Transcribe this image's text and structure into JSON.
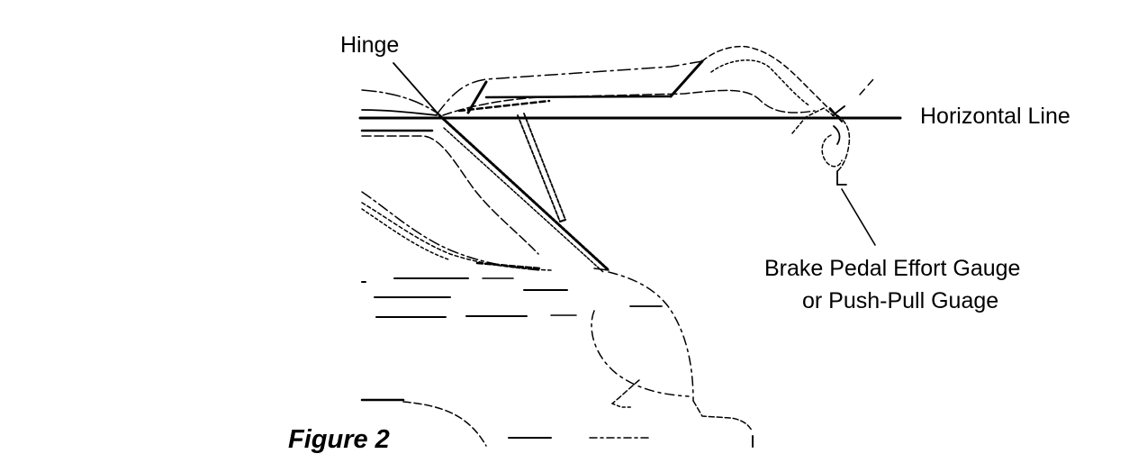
{
  "labels": {
    "hinge": "Hinge",
    "horizontal_line": "Horizontal Line",
    "gauge_line1": "Brake Pedal Effort Gauge",
    "gauge_line2": "or Push-Pull Guage",
    "figure": "Figure 2"
  },
  "colors": {
    "ink": "#000000",
    "background": "#ffffff"
  }
}
